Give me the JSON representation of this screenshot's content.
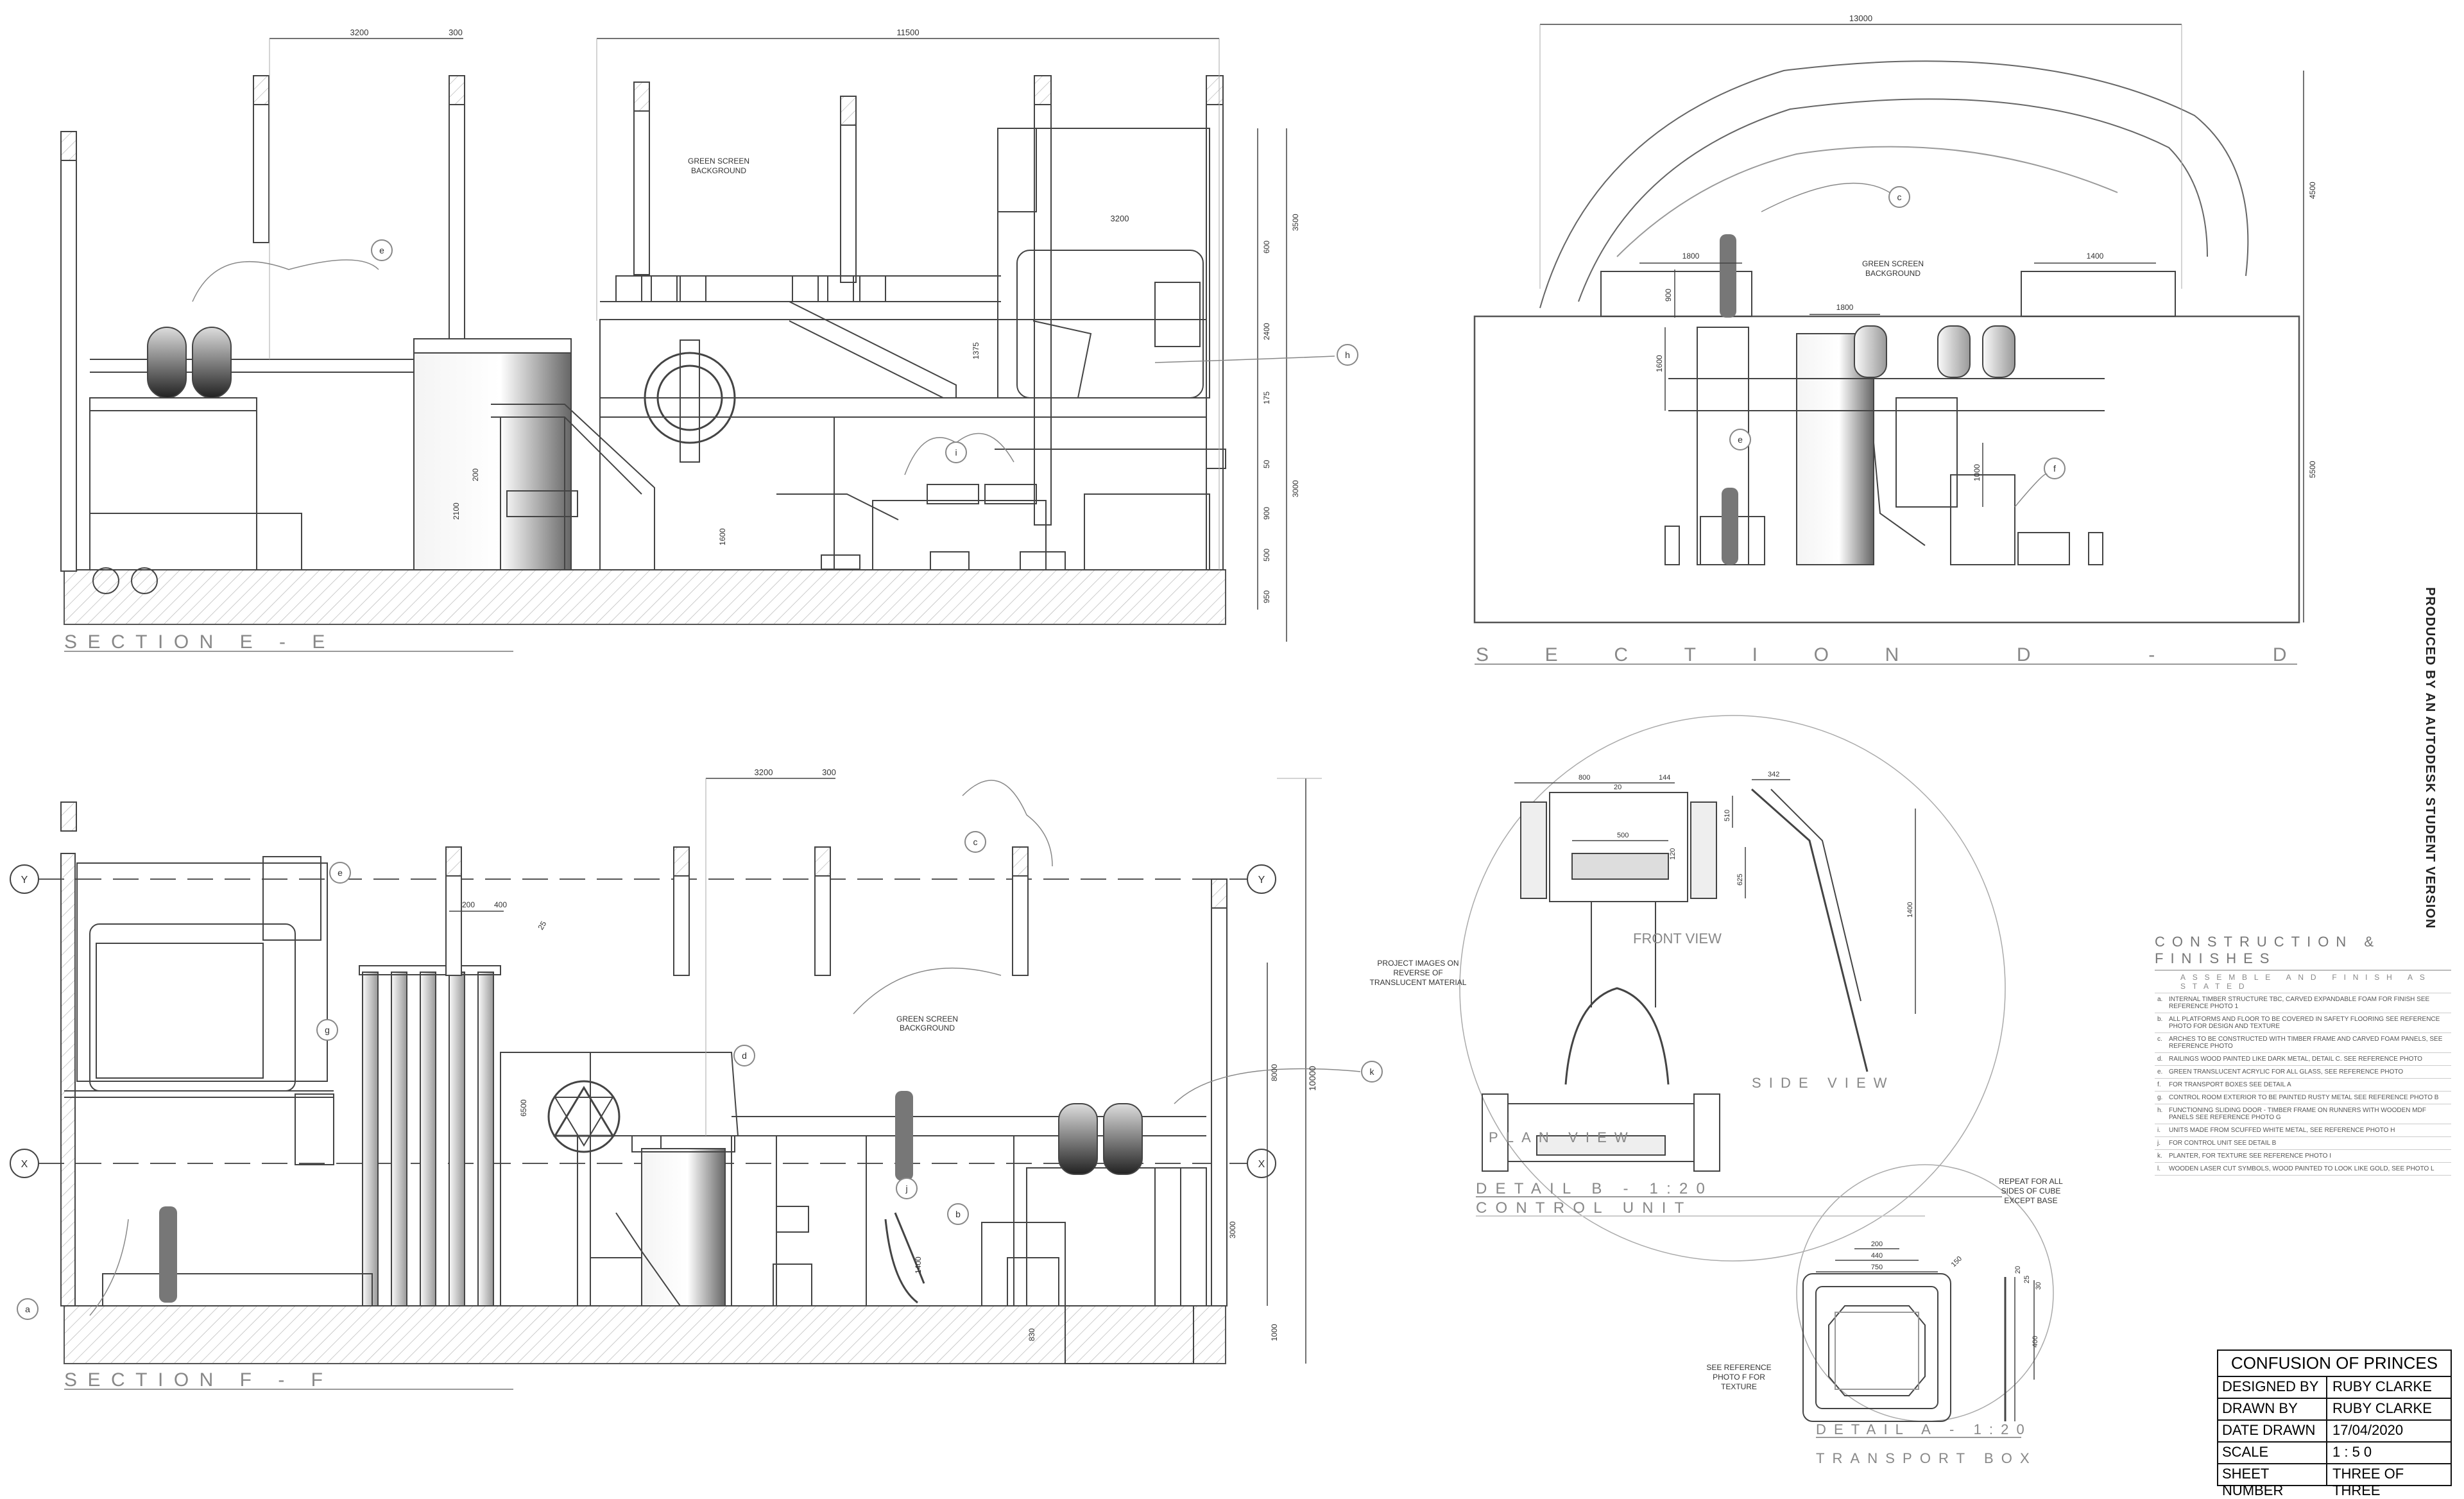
{
  "titleblock": {
    "project": "CONFUSION OF PRINCES",
    "rows": [
      {
        "key": "DESIGNED BY",
        "value": "RUBY CLARKE"
      },
      {
        "key": "DRAWN BY",
        "value": "RUBY CLARKE"
      },
      {
        "key": "DATE DRAWN",
        "value": "17/04/2020"
      },
      {
        "key": "SCALE",
        "value": "1 : 5 0"
      },
      {
        "key": "SHEET NUMBER",
        "value": "THREE OF THREE"
      }
    ]
  },
  "watermark": "PRODUCED BY AN AUTODESK STUDENT VERSION",
  "section_titles": {
    "e": "SECTION E - E",
    "d": "SECTION D - D",
    "f": "SECTION F - F"
  },
  "details": {
    "b_title": "DETAIL B - 1:20",
    "b_sub": "CONTROL UNIT",
    "a_title": "DETAIL A - 1:20",
    "a_sub": "TRANSPORT BOX",
    "front_view": "FRONT VIEW",
    "side_view": "SIDE VIEW",
    "plan_view": "PLAN VIEW"
  },
  "notes": {
    "title": "CONSTRUCTION & FINISHES",
    "subtitle": "ASSEMBLE AND FINISH AS STATED",
    "items": [
      {
        "num": "a.",
        "text": "INTERNAL TIMBER STRUCTURE TBC, CARVED EXPANDABLE FOAM FOR FINISH SEE REFERENCE PHOTO 1"
      },
      {
        "num": "b.",
        "text": "ALL PLATFORMS AND FLOOR TO BE COVERED IN SAFETY FLOORING SEE REFERENCE PHOTO FOR DESIGN AND TEXTURE"
      },
      {
        "num": "c.",
        "text": "ARCHES TO BE CONSTRUCTED WITH TIMBER FRAME AND CARVED FOAM PANELS, SEE REFERENCE PHOTO"
      },
      {
        "num": "d.",
        "text": "RAILINGS WOOD PAINTED LIKE DARK METAL, DETAIL C. SEE REFERENCE PHOTO"
      },
      {
        "num": "e.",
        "text": "GREEN TRANSLUCENT ACRYLIC FOR ALL GLASS, SEE REFERENCE PHOTO"
      },
      {
        "num": "f.",
        "text": "FOR TRANSPORT BOXES SEE DETAIL A"
      },
      {
        "num": "g.",
        "text": "CONTROL ROOM EXTERIOR TO BE PAINTED RUSTY METAL SEE REFERENCE PHOTO B"
      },
      {
        "num": "h.",
        "text": "FUNCTIONING SLIDING DOOR - TIMBER FRAME ON RUNNERS WITH WOODEN MDF PANELS SEE REFERENCE PHOTO G"
      },
      {
        "num": "i.",
        "text": "UNITS MADE FROM SCUFFED WHITE METAL, SEE REFERENCE PHOTO H"
      },
      {
        "num": "j.",
        "text": "FOR CONTROL UNIT SEE DETAIL B"
      },
      {
        "num": "k.",
        "text": "PLANTER, FOR TEXTURE SEE REFERENCE PHOTO I"
      },
      {
        "num": "l.",
        "text": "WOODEN LASER CUT SYMBOLS, WOOD PAINTED TO LOOK LIKE GOLD, SEE PHOTO L"
      }
    ]
  },
  "annotations": {
    "green_screen_1": "GREEN SCREEN",
    "green_screen_2": "BACKGROUND",
    "project_images": [
      "PROJECT IMAGES ON",
      "REVERSE OF",
      "TRANSLUCENT MATERIAL"
    ],
    "repeat": [
      "REPEAT FOR ALL",
      "SIDES OF CUBE",
      "EXCEPT BASE"
    ],
    "see_ref": [
      "SEE REFERENCE",
      "PHOTO F FOR",
      "TEXTURE"
    ]
  },
  "dimensions": {
    "e_top": [
      "3200",
      "300",
      "11500"
    ],
    "e_mid": [
      "3200",
      "1375",
      "2100",
      "200",
      "1600"
    ],
    "e_right": [
      "3500",
      "600",
      "2400",
      "175",
      "50",
      "3000",
      "900",
      "500",
      "950"
    ],
    "d_top": [
      "13000",
      "1800",
      "1800",
      "1400"
    ],
    "d_left": [
      "1600",
      "900",
      "1000"
    ],
    "d_right": [
      "4500",
      "5500"
    ],
    "f_top": [
      "3200",
      "300",
      "200",
      "400",
      "25"
    ],
    "f_mid": [
      "6500",
      "8000",
      "3000",
      "1400",
      "830",
      "1000",
      "10000"
    ],
    "b_dims": [
      "800",
      "144",
      "20",
      "500",
      "120",
      "510",
      "625",
      "342",
      "1400"
    ],
    "a_dims": [
      "200",
      "440",
      "750",
      "150",
      "20",
      "25",
      "30",
      "400"
    ]
  },
  "callouts": {
    "e": [
      "e",
      "h",
      "i"
    ],
    "d": [
      "c",
      "e",
      "f"
    ],
    "f": [
      "c",
      "e",
      "g",
      "d",
      "k",
      "j",
      "b",
      "a"
    ],
    "grid": [
      "Y",
      "Y",
      "X",
      "X"
    ]
  }
}
